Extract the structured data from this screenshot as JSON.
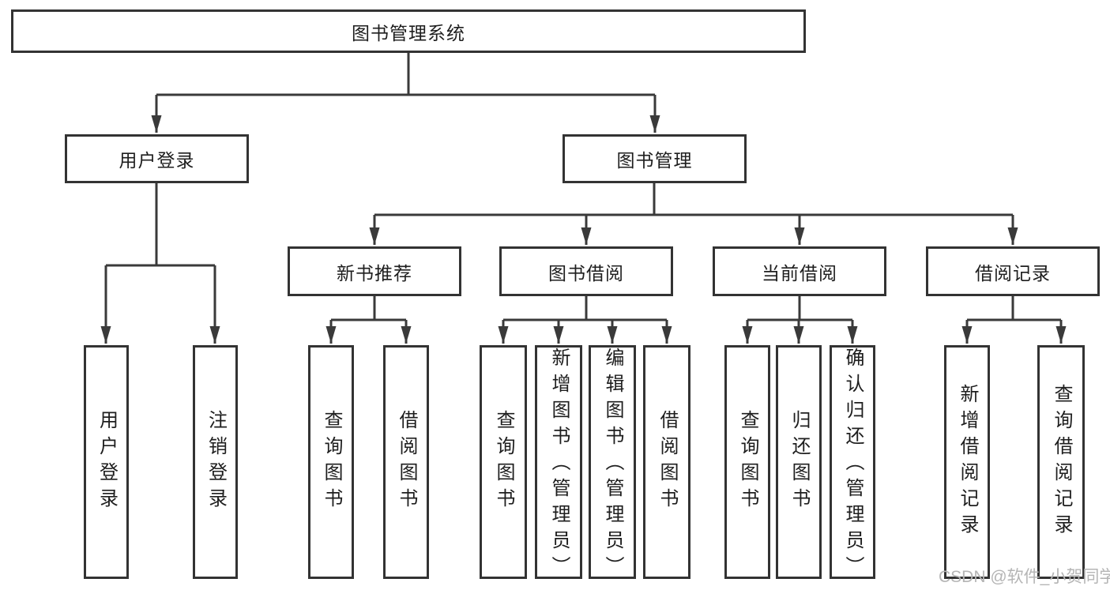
{
  "diagram": {
    "root": {
      "label": "图书管理系统"
    },
    "level2": [
      {
        "label": "用户登录"
      },
      {
        "label": "图书管理"
      }
    ],
    "level3": [
      {
        "label": "新书推荐"
      },
      {
        "label": "图书借阅"
      },
      {
        "label": "当前借阅"
      },
      {
        "label": "借阅记录"
      }
    ],
    "leaves": {
      "login": [
        {
          "label": "用户登录"
        },
        {
          "label": "注销登录"
        }
      ],
      "recommend": [
        {
          "label": "查询图书"
        },
        {
          "label": "借阅图书"
        }
      ],
      "borrow": [
        {
          "label": "查询图书"
        },
        {
          "label": "新增图书（管理员）"
        },
        {
          "label": "编辑图书（管理员）"
        },
        {
          "label": "借阅图书"
        }
      ],
      "current": [
        {
          "label": "查询图书"
        },
        {
          "label": "归还图书"
        },
        {
          "label": "确认归还（管理员）"
        }
      ],
      "record": [
        {
          "label": "新增借阅记录"
        },
        {
          "label": "查询借阅记录"
        }
      ]
    }
  },
  "watermark": {
    "text": "CSDN @软件_小贺同学"
  },
  "colors": {
    "line": "#3a3a3a",
    "box_border": "#333333",
    "text": "#1e1e1e",
    "watermark": "#b5b5b5",
    "background": "#ffffff"
  }
}
